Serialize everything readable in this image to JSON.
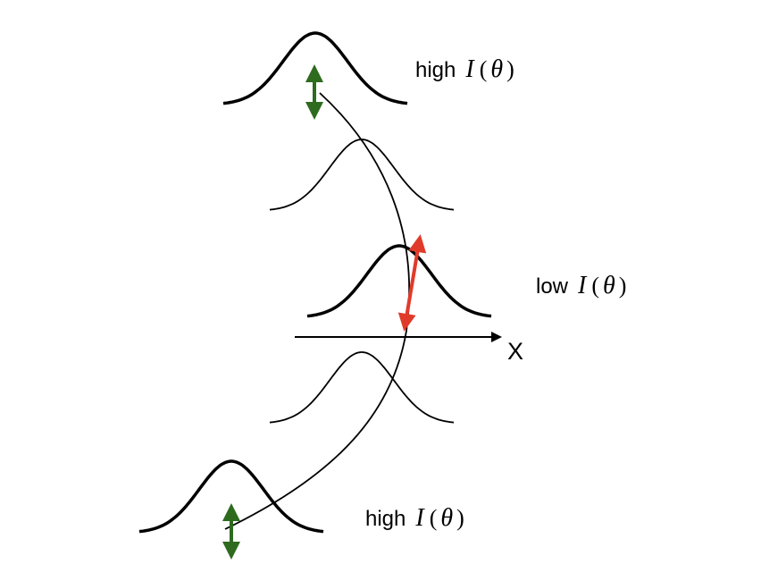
{
  "labels": {
    "top": {
      "word": "high",
      "symbol": "I",
      "open": "(",
      "arg": "θ",
      "close": ")"
    },
    "middle": {
      "word": "low",
      "symbol": "I",
      "open": "(",
      "arg": "θ",
      "close": ")"
    },
    "bottom": {
      "word": "high",
      "symbol": "I",
      "open": "(",
      "arg": "θ",
      "close": ")"
    }
  },
  "axis": {
    "label": "X"
  },
  "colors": {
    "high_arrow": "#2e6b1f",
    "low_arrow": "#e03b2a",
    "curve": "#000000"
  }
}
